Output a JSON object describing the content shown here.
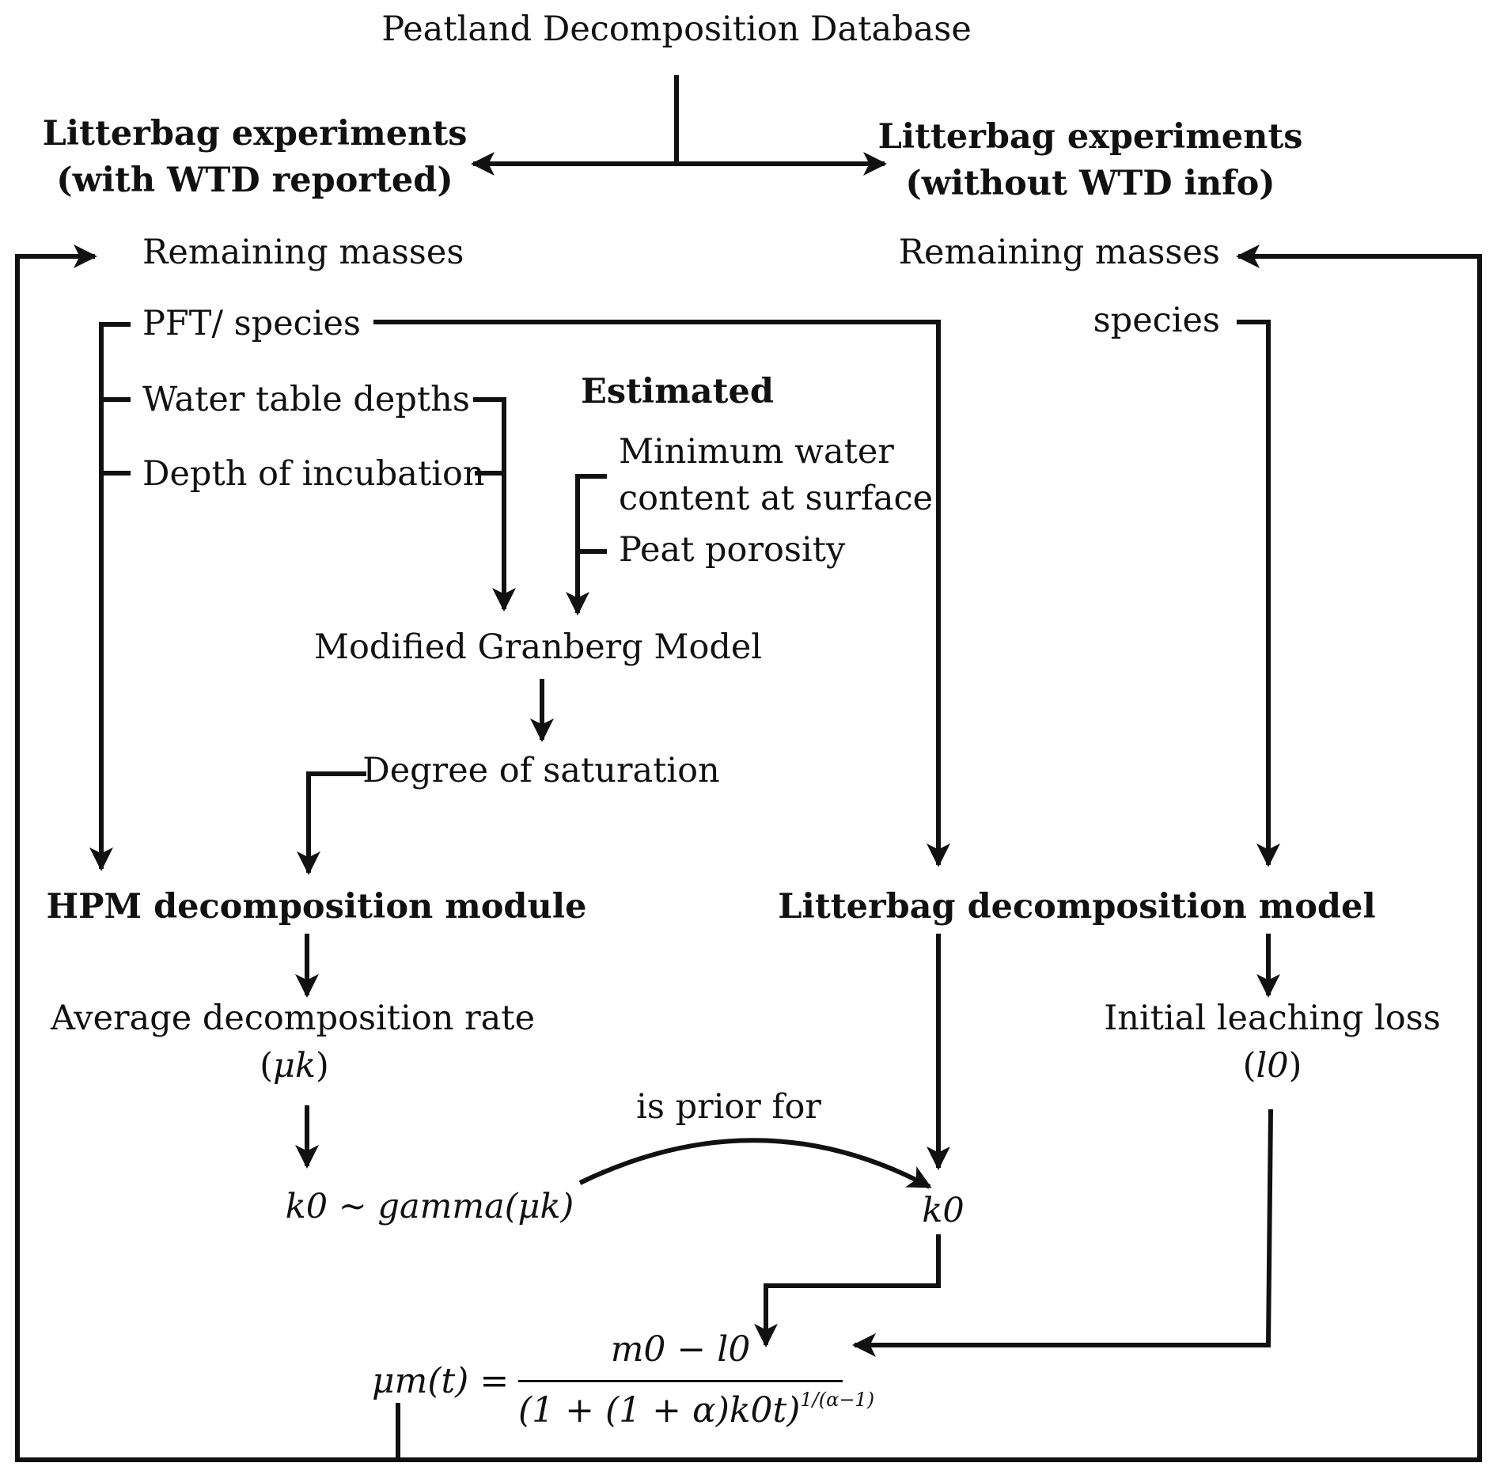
{
  "nodes": {
    "database": "Peatland Decomposition Database",
    "left_header_line1": "Litterbag experiments",
    "left_header_line2": "(with WTD reported)",
    "right_header_line1": "Litterbag experiments",
    "right_header_line2": "(without WTD info)",
    "left_remaining_masses": "Remaining masses",
    "right_remaining_masses": "Remaining masses",
    "pft_species": "PFT/ species",
    "species": "species",
    "water_table_depths": "Water table depths",
    "depth_of_incubation": "Depth of incubation",
    "estimated": "Estimated",
    "min_water_line1": "Minimum water",
    "min_water_line2": "content at surface",
    "peat_porosity": "Peat porosity",
    "granberg": "Modified Granberg Model",
    "degree_of_saturation": "Degree of saturation",
    "hpm_module": "HPM decomposition module",
    "litterbag_model": "Litterbag decomposition model",
    "avg_decomp_rate": "Average decomposition rate",
    "avg_decomp_symbol": "μk",
    "initial_leaching_loss": "Initial leaching loss",
    "initial_leaching_symbol": "l0",
    "k0_gamma": "k0 ~ gamma(μk)",
    "k0": "k0",
    "is_prior_for": "is prior for"
  },
  "formula": {
    "lhs": "μm(t) =",
    "numerator": "m0 − l0",
    "denominator": "(1 + (1 + α)k0t)",
    "exponent": "1/(α−1)"
  }
}
